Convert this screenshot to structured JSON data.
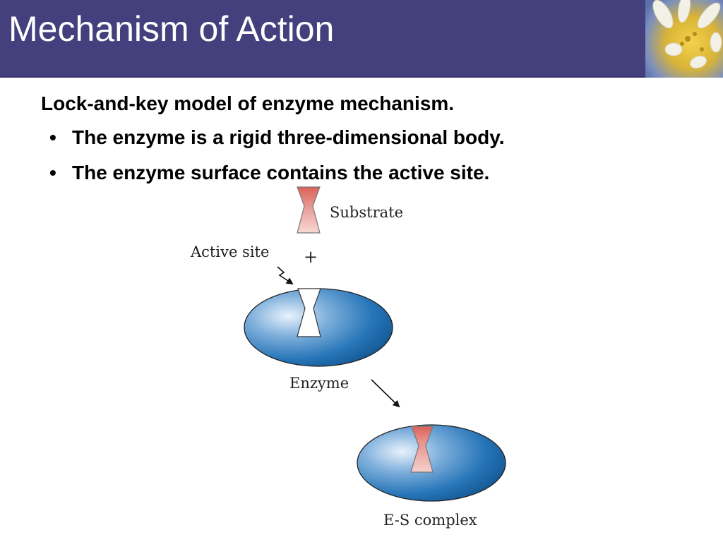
{
  "slide": {
    "title": "Mechanism of Action",
    "lead": "Lock-and-key model of enzyme mechanism.",
    "bullets": [
      "The enzyme is a rigid three-dimensional body.",
      "The enzyme surface contains the active site."
    ],
    "bullet_glyph": "•"
  },
  "diagram": {
    "labels": {
      "substrate": "Substrate",
      "plus": "+",
      "active_site": "Active site",
      "enzyme": "Enzyme",
      "es_complex": "E-S complex"
    }
  },
  "colors": {
    "title_bar": "#443f7d",
    "enzyme_blue": "#1f6fb4",
    "substrate_red": "#d9625a"
  }
}
